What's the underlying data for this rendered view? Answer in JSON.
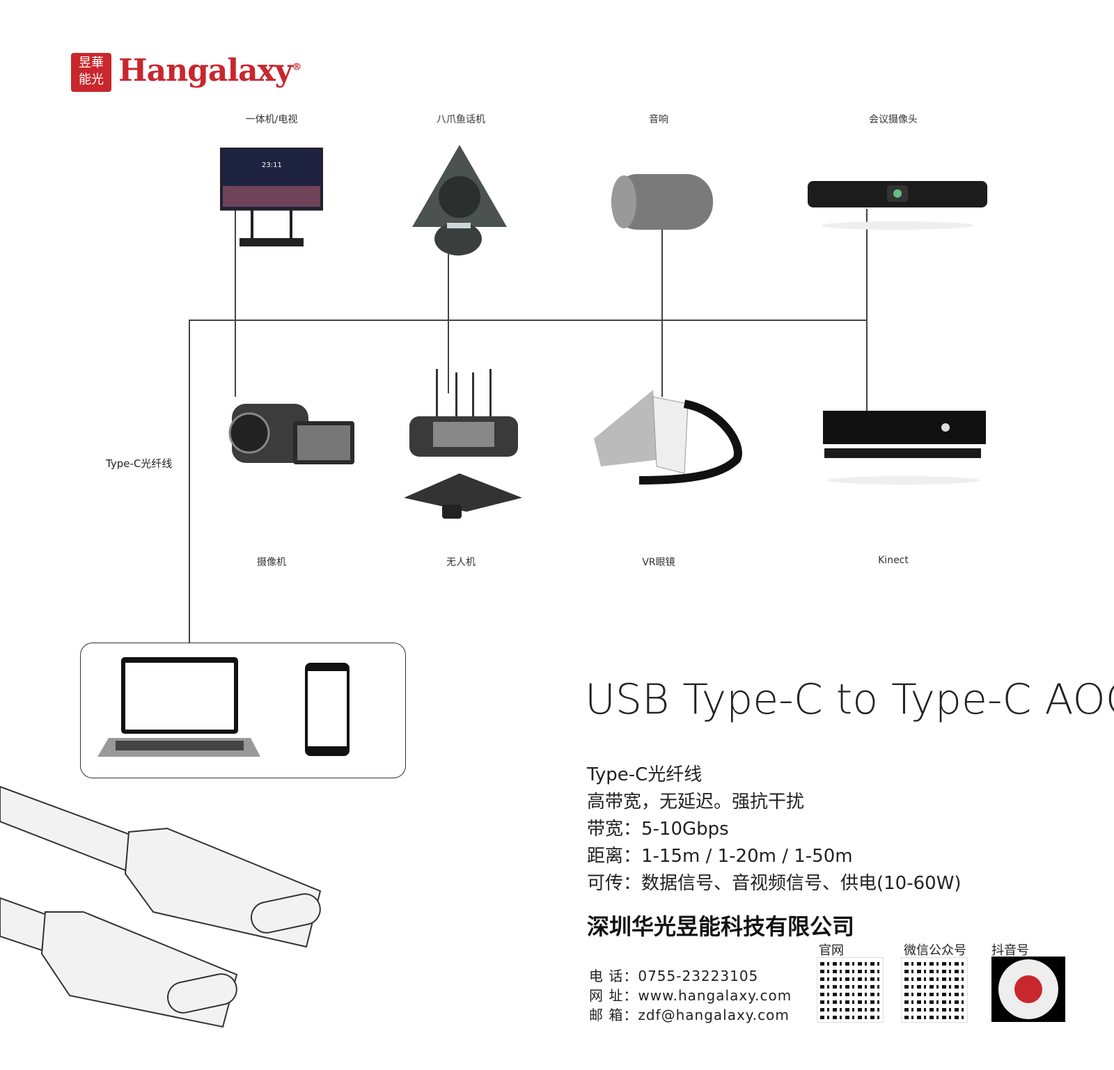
{
  "logo": {
    "seal_text": "昱華能光",
    "brand": "Hangalaxy®"
  },
  "devices_top": [
    {
      "label": "一体机/电视",
      "icon": "smart-tv-on-stand-icon"
    },
    {
      "label": "八爪鱼话机",
      "icon": "conference-phone-icon"
    },
    {
      "label": "音响",
      "icon": "speaker-icon"
    },
    {
      "label": "会议摄像头",
      "icon": "conference-camera-icon"
    }
  ],
  "devices_bottom": [
    {
      "label": "摄像机",
      "icon": "camcorder-icon"
    },
    {
      "label": "无人机",
      "icon": "drone-icon"
    },
    {
      "label": "VR眼镜",
      "icon": "vr-headset-icon"
    },
    {
      "label": "Kinect",
      "icon": "kinect-icon"
    }
  ],
  "cable_label": "Type-C光纤线",
  "title": "USB Type-C to Type-C AOC",
  "specs": [
    "Type-C光纤线",
    "高带宽，无延迟。强抗干扰",
    "带宽：5-10Gbps",
    "距离：1-15m / 1-20m / 1-50m",
    "可传：数据信号、音视频信号、供电(10-60W)"
  ],
  "company": "深圳华光昱能科技有限公司",
  "contact": [
    "电 话：0755-23223105",
    "网 址：www.hangalaxy.com",
    "邮 箱：zdf@hangalaxy.com"
  ],
  "qr": [
    {
      "label": "官网"
    },
    {
      "label": "微信公众号"
    },
    {
      "label": "抖音号"
    }
  ],
  "colors": {
    "brand": "#c8272d"
  }
}
